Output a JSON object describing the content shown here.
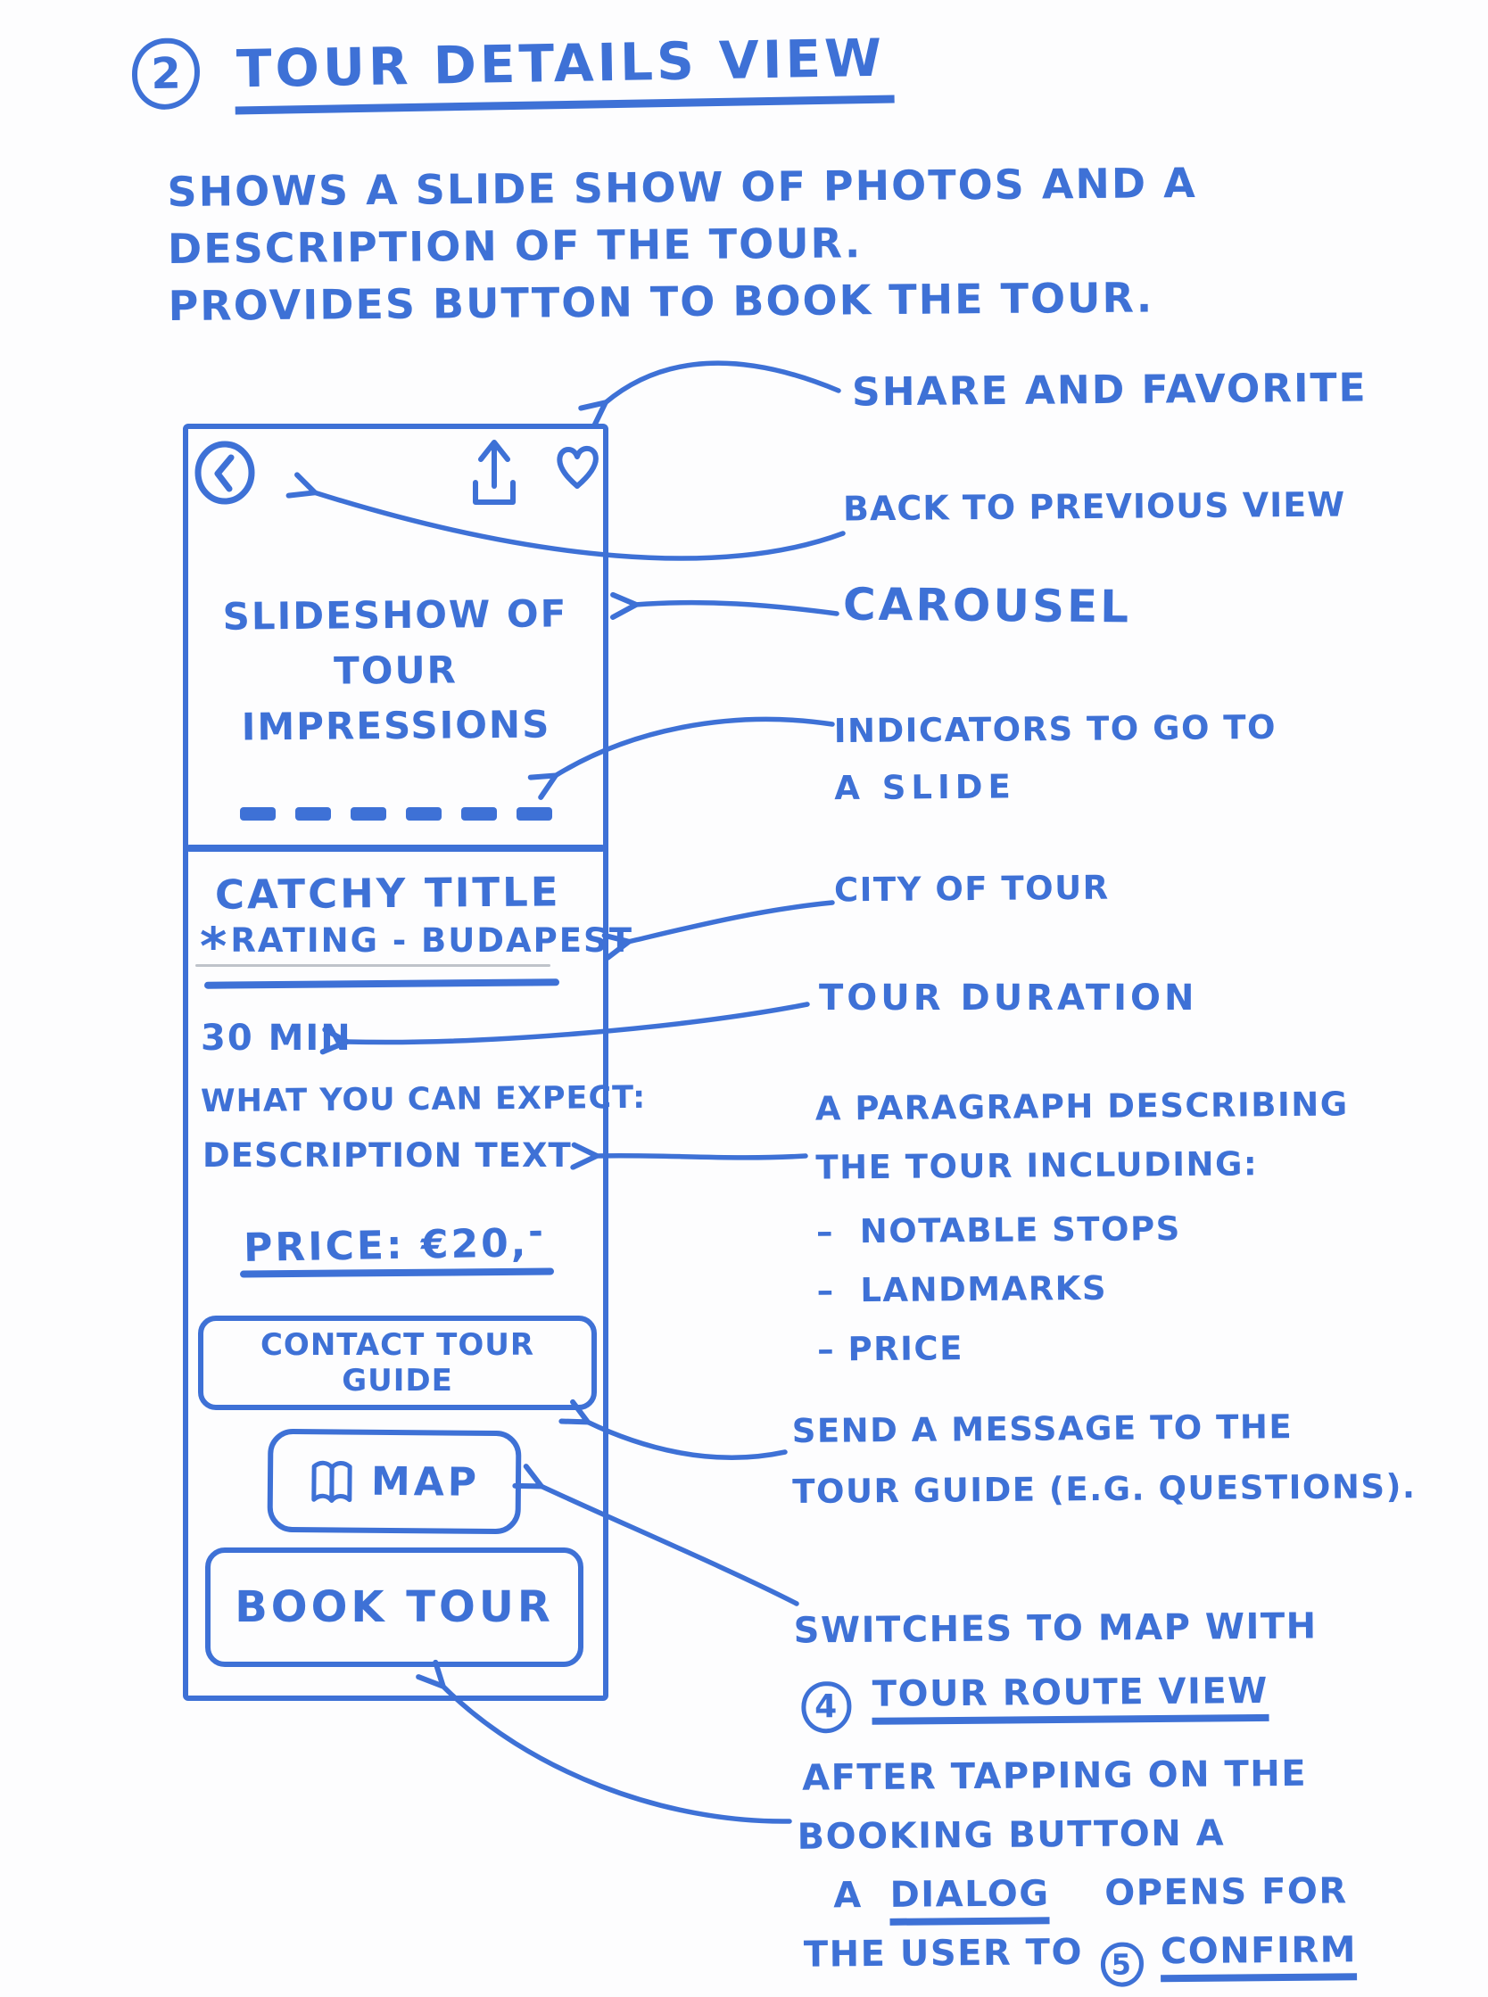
{
  "colors": {
    "ink": "#3e71d6",
    "paper": "#fdfdfe"
  },
  "header": {
    "step_number": "2",
    "title": "TOUR DETAILS VIEW",
    "description_lines": [
      "SHOWS A SLIDE SHOW OF PHOTOS AND A",
      "DESCRIPTION OF THE TOUR.",
      "PROVIDES BUTTON TO BOOK THE TOUR."
    ]
  },
  "phone": {
    "top_bar": {
      "back_icon": "chevron-left-circle",
      "share_icon": "share-up-arrow-tray",
      "favorite_icon": "heart-outline"
    },
    "carousel": {
      "label_lines": [
        "SLIDESHOW OF",
        "TOUR IMPRESSIONS"
      ],
      "indicator_count": 6
    },
    "details": {
      "title": "CATCHY TITLE",
      "rating_star": "*",
      "rating_text": "RATING - BUDAPEST",
      "duration": "30 MIN",
      "expect_heading": "WHAT YOU CAN EXPECT:",
      "expect_body": "DESCRIPTION TEXT",
      "price_prefix": "PRICE: €20,",
      "price_dash": "-"
    },
    "buttons": {
      "contact": "CONTACT TOUR GUIDE",
      "map": "MAP",
      "map_icon": "open-map-book",
      "book": "BOOK TOUR"
    }
  },
  "annotations": {
    "share_favorite": "SHARE AND FAVORITE",
    "back": "BACK TO PREVIOUS VIEW",
    "carousel": "CAROUSEL",
    "indicators_line1": "INDICATORS TO GO TO",
    "indicators_line2": "A SLIDE",
    "city": "CITY OF TOUR",
    "duration": "TOUR DURATION",
    "paragraph_line1": "A PARAGRAPH DESCRIBING",
    "paragraph_line2": "THE TOUR  INCLUDING:",
    "bullet_dash": "–",
    "bullets": [
      "NOTABLE STOPS",
      "LANDMARKS",
      "PRICE"
    ],
    "contact_line1": "SEND A MESSAGE TO THE",
    "contact_line2": "TOUR GUIDE (E.G. QUESTIONS).",
    "map_line1": "SWITCHES TO MAP WITH",
    "map_step": "4",
    "map_line2": "TOUR ROUTE VIEW",
    "book_line1": "AFTER TAPPING ON THE",
    "book_line2": "BOOKING BUTTON A",
    "book_line3_a": "A",
    "book_line3_dialog": "DIALOG",
    "book_line3_b": "OPENS FOR",
    "book_line4_a": "THE USER TO",
    "book_step": "5",
    "book_line4_confirm": "CONFIRM"
  }
}
